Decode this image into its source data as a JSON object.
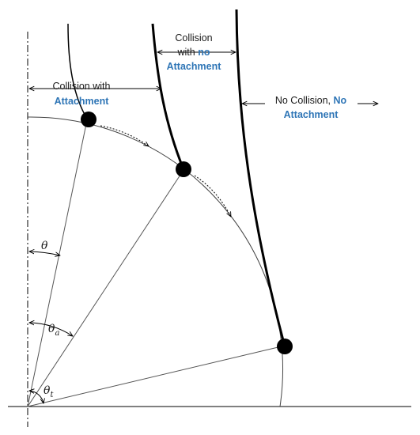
{
  "labels": {
    "collision_attachment": {
      "line1": "Collision with",
      "line2": "Attachment"
    },
    "collision_no_attachment": {
      "line1": "Collision",
      "line2_a": "with ",
      "line2_b": "no",
      "line3": "Attachment"
    },
    "no_collision": {
      "line1_a": "No Collision, ",
      "line1_b": "No",
      "line2": "Attachment"
    }
  },
  "angles": {
    "theta": {
      "symbol": "θ"
    },
    "theta_a": {
      "symbol": "θ",
      "subscript": "a"
    },
    "theta_t": {
      "symbol": "θ",
      "subscript": "t"
    }
  },
  "colors": {
    "accent_text": "#2e75b6",
    "line": "#000000",
    "thin_line": "#555555"
  }
}
